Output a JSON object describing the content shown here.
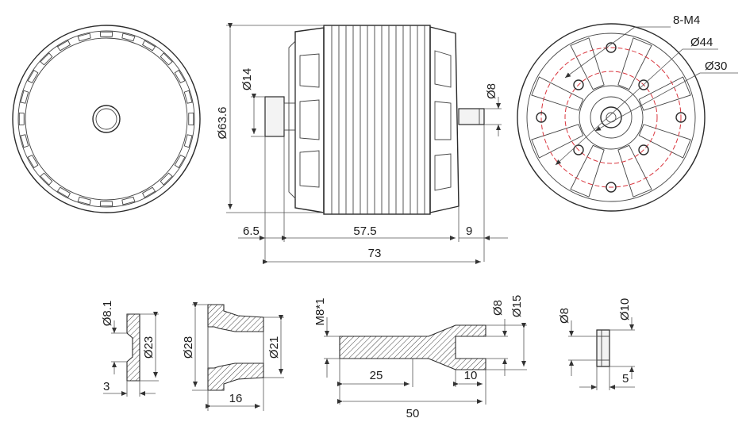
{
  "dimensions": {
    "bolt_spec": "8-M4",
    "bolt_circle_outer": "Ø44",
    "bolt_circle_inner": "Ø30",
    "motor_diameter": "Ø63.6",
    "bearing_diameter": "Ø14",
    "shaft_diameter": "Ø8",
    "front_offset": "6.5",
    "body_length": "57.5",
    "shaft_length": "9",
    "total_length": "73",
    "washer_bore": "Ø8.1",
    "washer_diameter": "Ø23",
    "washer_thickness": "3",
    "adapter_outer": "Ø28",
    "adapter_inner": "Ø21",
    "adapter_length": "16",
    "shaft_thread": "M8*1",
    "adapter_shaft_small": "Ø8",
    "adapter_shaft_large": "Ø15",
    "thread_length": "25",
    "stub_length": "10",
    "adapter_shaft_length": "50",
    "sleeve_inner": "Ø8",
    "sleeve_outer": "Ø10",
    "sleeve_length": "5"
  }
}
